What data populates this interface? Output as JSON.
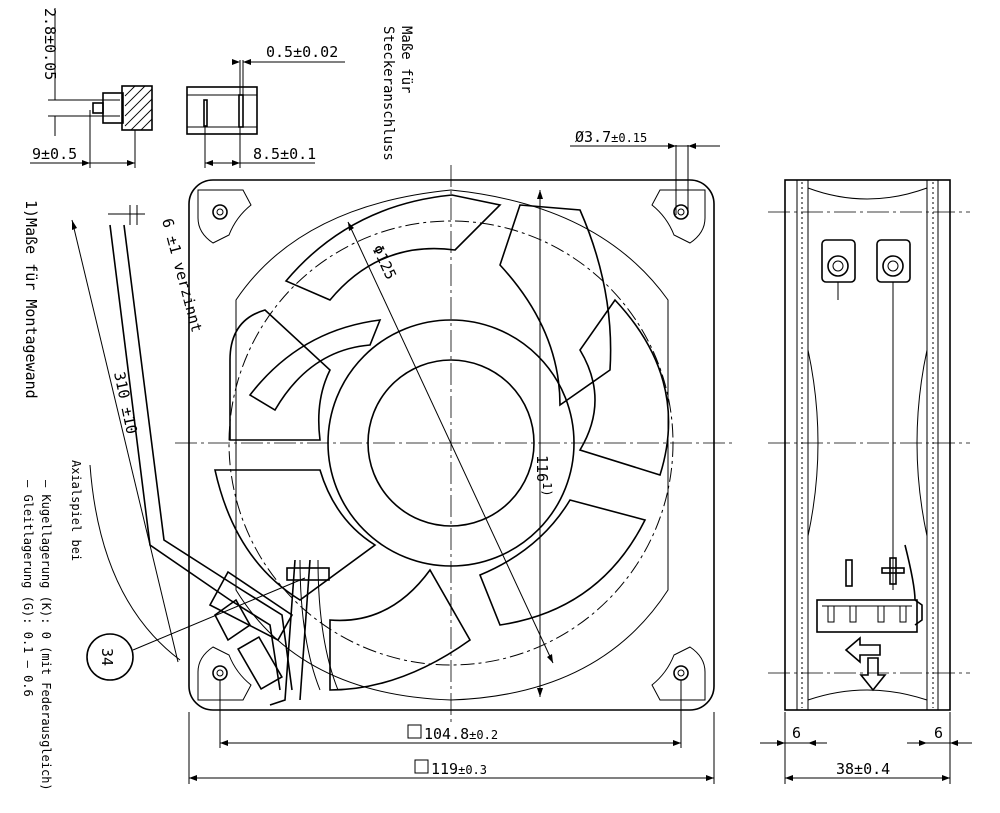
{
  "dimensions": {
    "pin_width": "2.8±0.05",
    "pin_thickness": "0.5±0.02",
    "pin_offset": "9±0.5",
    "pin_spacing": "8.5±0.1",
    "hole_diameter": "Ø3.7",
    "hole_diameter_tol": "±0.15",
    "fan_diameter": "Φ125",
    "height_116": "116",
    "footnote_ref": "1)",
    "hole_pitch": "104.8",
    "hole_pitch_tol": "±0.2",
    "frame_size": "119",
    "frame_size_tol": "±0.3",
    "lead_length": "310 ±10",
    "tinned_length": "6 ±1 verzinnt",
    "depth": "38±0.4",
    "flange_left": "6",
    "flange_right": "6"
  },
  "labels": {
    "connector_title_1": "Maße für",
    "connector_title_2": "Steckeranschluss",
    "mounting_wall": "1)Maße für Montagewand",
    "axial_title": "Axialspiel bei",
    "axial_ball": "– Kugellagerung (K): 0 (mit Federausgleich)",
    "axial_sleeve": "– Gleitlagerung (G): 0.1 – 0.6",
    "callout": "34",
    "plus": "+",
    "minus": "–"
  }
}
